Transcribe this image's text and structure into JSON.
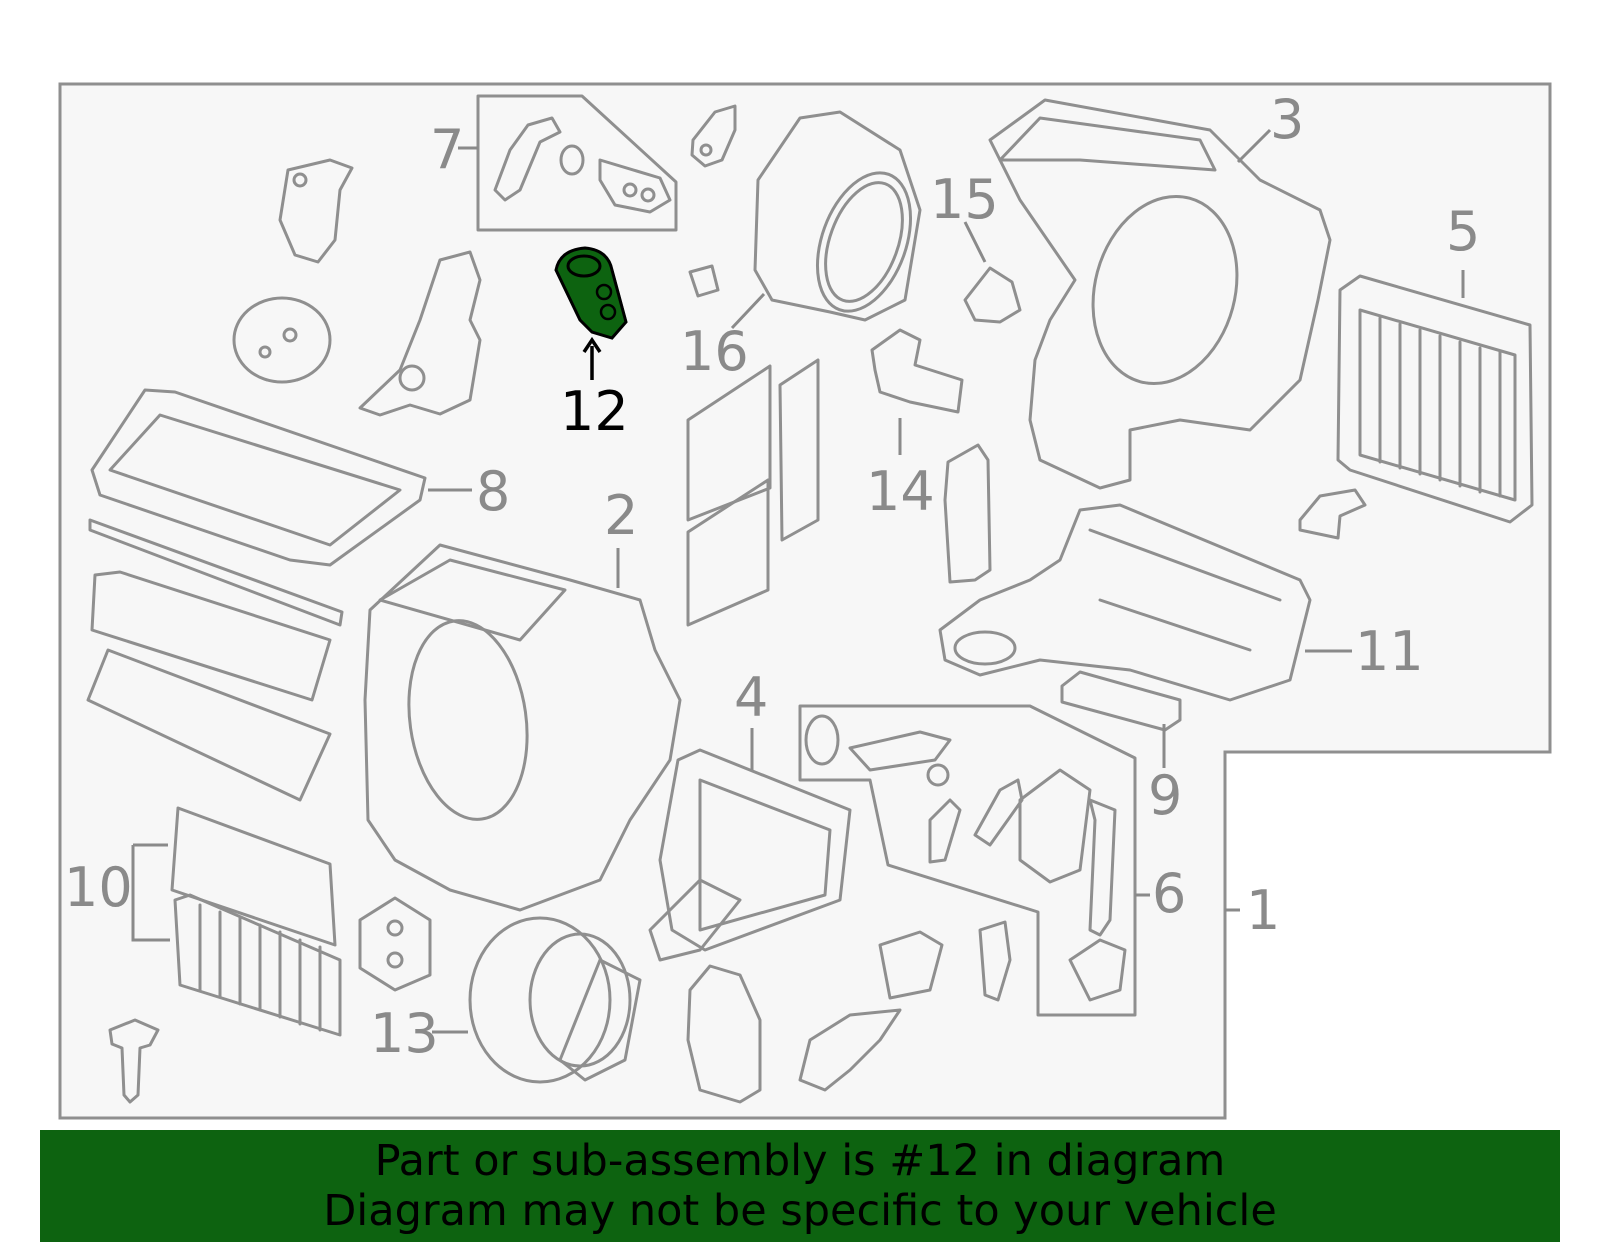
{
  "callouts": [
    {
      "id": "1",
      "label": "1"
    },
    {
      "id": "2",
      "label": "2"
    },
    {
      "id": "3",
      "label": "3"
    },
    {
      "id": "4",
      "label": "4"
    },
    {
      "id": "5",
      "label": "5"
    },
    {
      "id": "6",
      "label": "6"
    },
    {
      "id": "7",
      "label": "7"
    },
    {
      "id": "8",
      "label": "8"
    },
    {
      "id": "9",
      "label": "9"
    },
    {
      "id": "10",
      "label": "10"
    },
    {
      "id": "11",
      "label": "11"
    },
    {
      "id": "12",
      "label": "12"
    },
    {
      "id": "13",
      "label": "13"
    },
    {
      "id": "14",
      "label": "14"
    },
    {
      "id": "15",
      "label": "15"
    },
    {
      "id": "16",
      "label": "16"
    }
  ],
  "highlight": {
    "callout": "12",
    "color": "#0d6310"
  },
  "colors": {
    "line": "#8f8f8f",
    "panel": "#f7f7f7",
    "banner": "#0d6310"
  },
  "banner": {
    "line1": "Part or sub-assembly is #12 in diagram",
    "line2": "Diagram may not be specific to your vehicle"
  }
}
